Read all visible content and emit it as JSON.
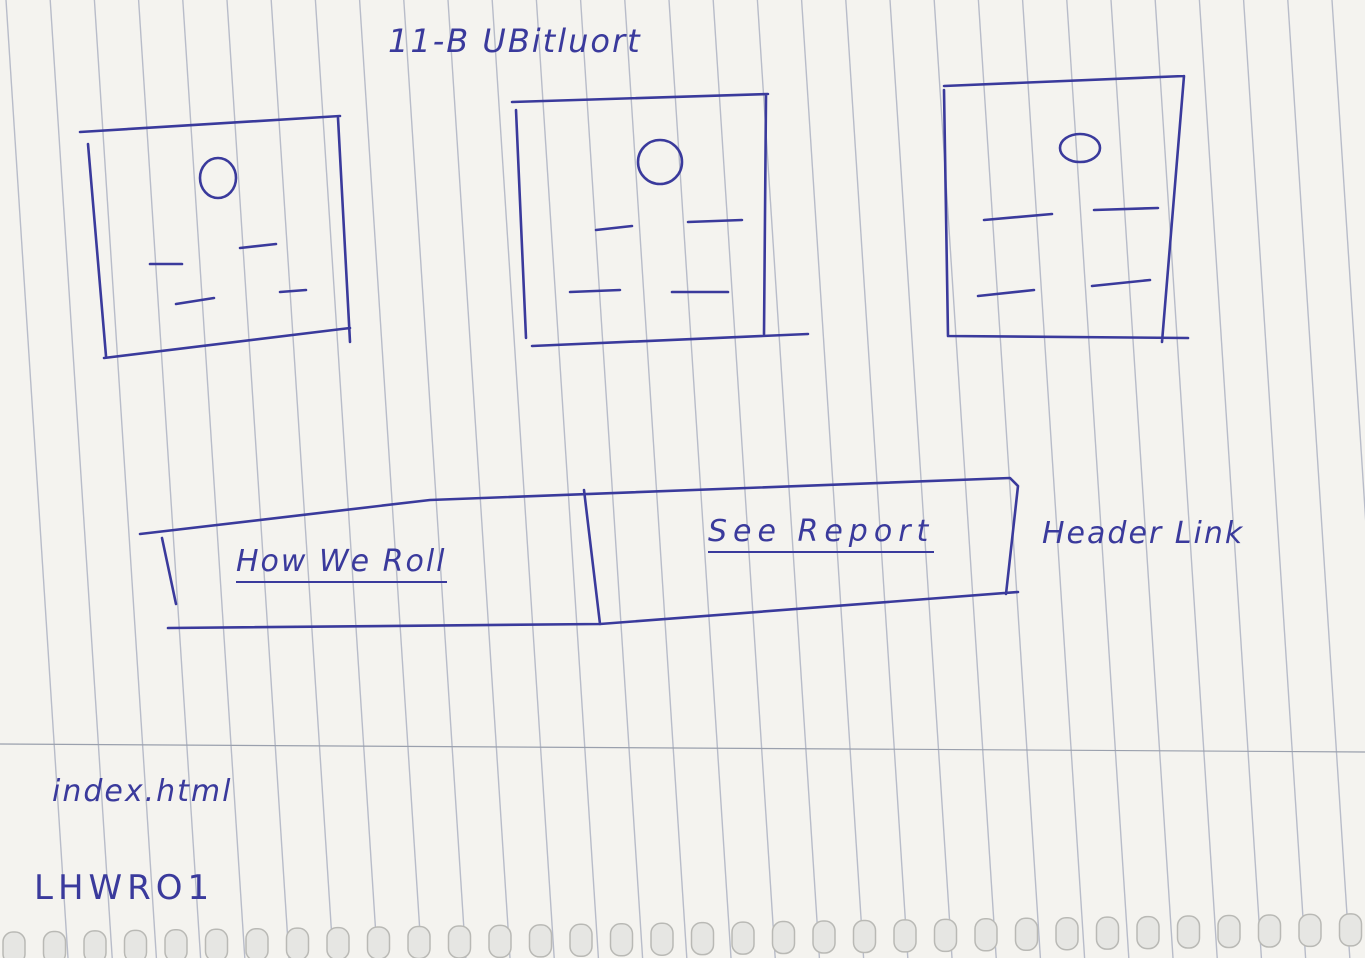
{
  "title": "11-B   UBitluort",
  "nav": {
    "how_we_roll": "How We Roll",
    "see_report": "See Report"
  },
  "annotation": "Header Link",
  "notes": {
    "line1": "index.html",
    "line2": "LHWRO1"
  },
  "colors": {
    "ink": "#3a3a9c",
    "paper": "#f4f3ef",
    "rule": "#b8bcc9"
  }
}
